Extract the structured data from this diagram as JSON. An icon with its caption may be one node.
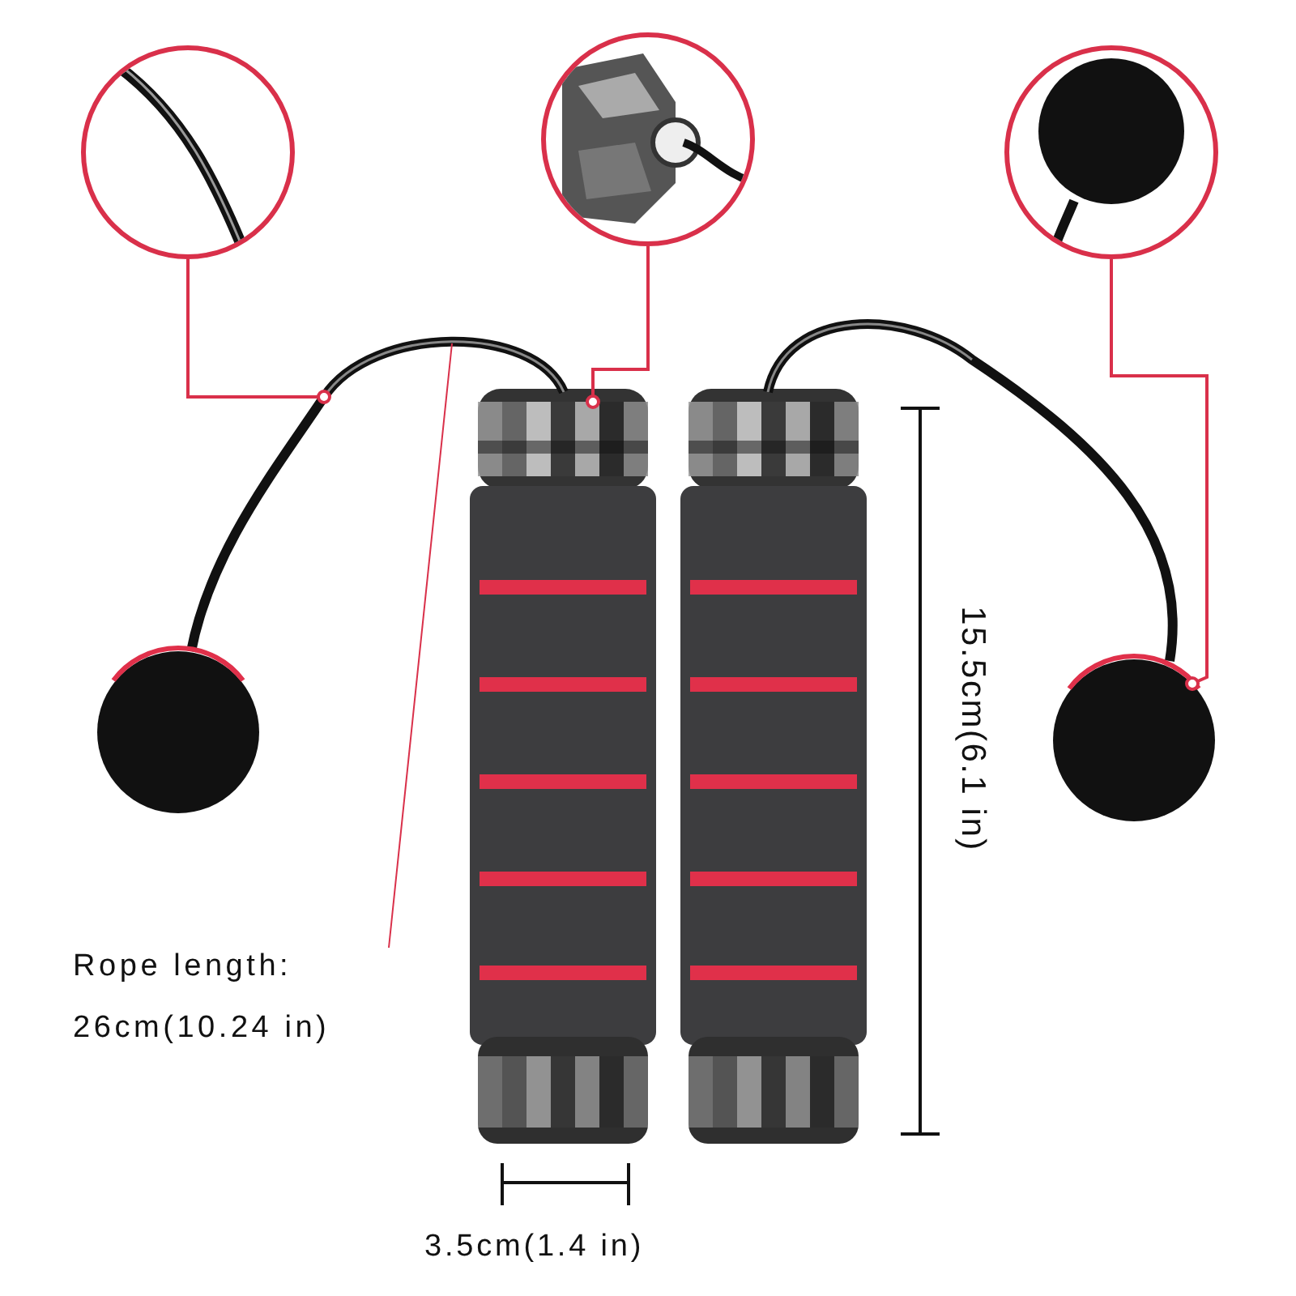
{
  "diagram": {
    "nodes": [
      {
        "text": [],
        "shape": "picture"
      },
      {
        "text": [],
        "shape": "picture"
      },
      {
        "text": [],
        "shape": "picture"
      },
      {
        "text": [],
        "shape": "picture"
      },
      {
        "text": [],
        "shape": "picture"
      },
      {
        "text": [],
        "shape": "picture"
      },
      {
        "text": [
          "Rope length:",
          "26cm(10.24 in)"
        ]
      }
    ],
    "edges": [
      {
        "from": 0,
        "to": 3,
        "arrow": "other",
        "color": "#d9304a"
      },
      {
        "from": 1,
        "to": 4,
        "arrow": "other",
        "color": "#d9304a"
      },
      {
        "from": 2,
        "to": 5,
        "arrow": "other",
        "color": "#d9304a"
      },
      {
        "from": 6,
        "to": 3,
        "arrow": "none",
        "color": "#d9304a"
      }
    ],
    "labels": [
      "15.5cm(6.1 in)",
      "3.5cm(1.4 in)"
    ]
  }
}
